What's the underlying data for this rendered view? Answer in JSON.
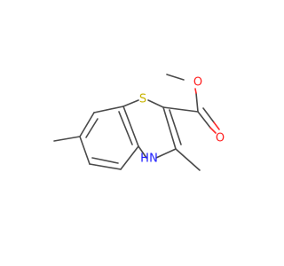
{
  "atoms": {
    "S": {
      "label": "S",
      "color": "#c8b400"
    },
    "N": {
      "label": "N",
      "sub": "H",
      "color": "#2020ff"
    },
    "O_carbonyl": {
      "label": "O",
      "color": "#ff2020"
    },
    "O_ester": {
      "label": "O",
      "color": "#ff2020"
    }
  },
  "colors": {
    "bond": "#4a4a4a",
    "oxygen": "#ff2020",
    "nitrogen": "#2020ff",
    "sulfur": "#c8b400",
    "background": "#ffffff"
  }
}
